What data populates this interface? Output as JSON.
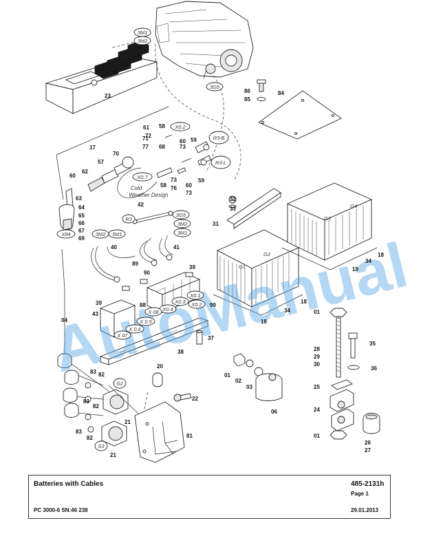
{
  "watermark": "AutoManual",
  "title_block": {
    "title": "Batteries with Cables",
    "doc_number": "485-2131h",
    "page": "Page 1",
    "machine": "PC 3000-6 SN:46 238",
    "date": "29.01.2013"
  },
  "notes": {
    "cold_weather_line1": "Cold",
    "cold_weather_line2": "Weather Design"
  },
  "ref_ovals": {
    "3M1_top": "3M1",
    "3M2_top": "3M2",
    "3G5_top": "3G5",
    "X0_2_top": "X0.2",
    "R3_B": "R3-B",
    "R3_L": "R3-L",
    "X0_7": "X0.7",
    "X84": "X84",
    "R3": "R3",
    "3G5": "3G5",
    "3M2": "3M2",
    "3M1": "3M1",
    "3M2_left": "3M2",
    "3M1_left": "3M1",
    "X0_1": "X0.1",
    "X0_2": "X0.2",
    "X0_3": "X0.3",
    "X0_4": "X0.4",
    "X08": "X 08",
    "X0_5": "X 0.5",
    "X0_6": "X 0.6",
    "X07": "X 07",
    "S2": "S2",
    "S3": "S3",
    "G1": "G1",
    "G2": "G2",
    "G3": "G3",
    "G4": "G4"
  },
  "callouts": {
    "c23": "23",
    "c86": "86",
    "c85": "85",
    "c84": "84",
    "c61": "61",
    "c58a": "58",
    "c72": "72",
    "c68": "68",
    "c17": "17",
    "c71": "71",
    "c77": "77",
    "c70": "70",
    "c60a": "60",
    "c73a": "73",
    "c59a": "59",
    "c57": "57",
    "c62": "62",
    "c60b": "60",
    "c63": "63",
    "c73b": "73",
    "c58b": "58",
    "c76": "76",
    "c59b": "59",
    "c60c": "60",
    "c73c": "73",
    "c64": "64",
    "c65": "65",
    "c66": "66",
    "c67": "67",
    "c69": "69",
    "c32": "32",
    "c33": "33",
    "c31": "31",
    "c42": "42",
    "c40": "40",
    "c41": "41",
    "c89": "89",
    "c90": "90",
    "c39a": "39",
    "c39b": "39",
    "c43": "43",
    "c88": "88",
    "c04": "04",
    "c99": "99",
    "c37": "37",
    "c38": "38",
    "c34a": "34",
    "c18a": "18",
    "c18b": "18",
    "c18c": "18",
    "c18d": "18",
    "c34b": "34",
    "c01a": "01",
    "c28": "28",
    "c29": "29",
    "c30": "30",
    "c35": "35",
    "c36": "36",
    "c25": "25",
    "c24": "24",
    "c01b": "01",
    "c26": "26",
    "c27": "27",
    "c20": "20",
    "c22": "22",
    "c01c": "01",
    "c02": "02",
    "c03": "03",
    "c06": "06",
    "c83a": "83",
    "c82a": "82",
    "c83b": "83",
    "c82b": "82",
    "c83c": "83",
    "c82c": "82",
    "c21a": "21",
    "c21b": "21",
    "c81": "81"
  }
}
